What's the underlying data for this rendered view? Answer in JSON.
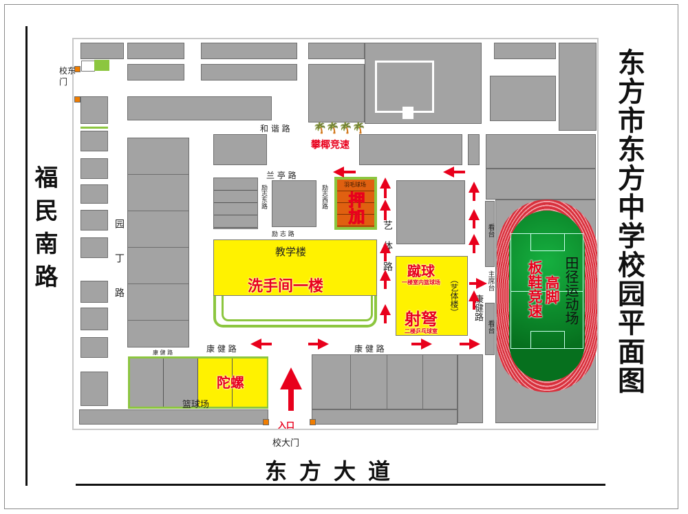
{
  "title": "东方市东方中学校园平面图",
  "roads": {
    "west": "福民南路",
    "south": "东方大道",
    "hexie": "和 谐 路",
    "lanting": "兰 亭 路",
    "lizhi_east": "励志东路",
    "lizhi_west": "励志西路",
    "lizhi": "励 志 路",
    "yiti": "艺 体 路",
    "yuanding": "园 丁 路",
    "kangjian_small": "康 健 路",
    "kangjian_left": "康 健 路",
    "kangjian_mid": "康 健 路",
    "kangjian_right": "康健路"
  },
  "gates": {
    "east_gate": "校东门",
    "main_gate": "校大门",
    "entrance": "入口"
  },
  "buildings": {
    "teaching": "教学楼",
    "art_sports": "（艺体楼）",
    "badminton": "羽毛球场",
    "basketball": "篮球场",
    "stand": "看台",
    "stand2": "看台",
    "main_stand": "主席台",
    "track": "田径运动场",
    "floor1_basketball": "一楼室内篮球场",
    "floor2_pingpong": "二楼乒乓球室"
  },
  "events": {
    "coconut": "攀椰竞速",
    "yajia": "押加",
    "toilet": "洗手间一楼",
    "cuqiu": "蹴球",
    "shenu": "射弩",
    "tuoluo": "陀螺",
    "stilts": "高脚",
    "board_shoes": "板鞋竞速"
  },
  "colors": {
    "road_arrow": "#e8001c",
    "building": "#a3a3a3",
    "venue": "#fff200",
    "track": "#d8303c",
    "field": "#0b8a2a"
  }
}
